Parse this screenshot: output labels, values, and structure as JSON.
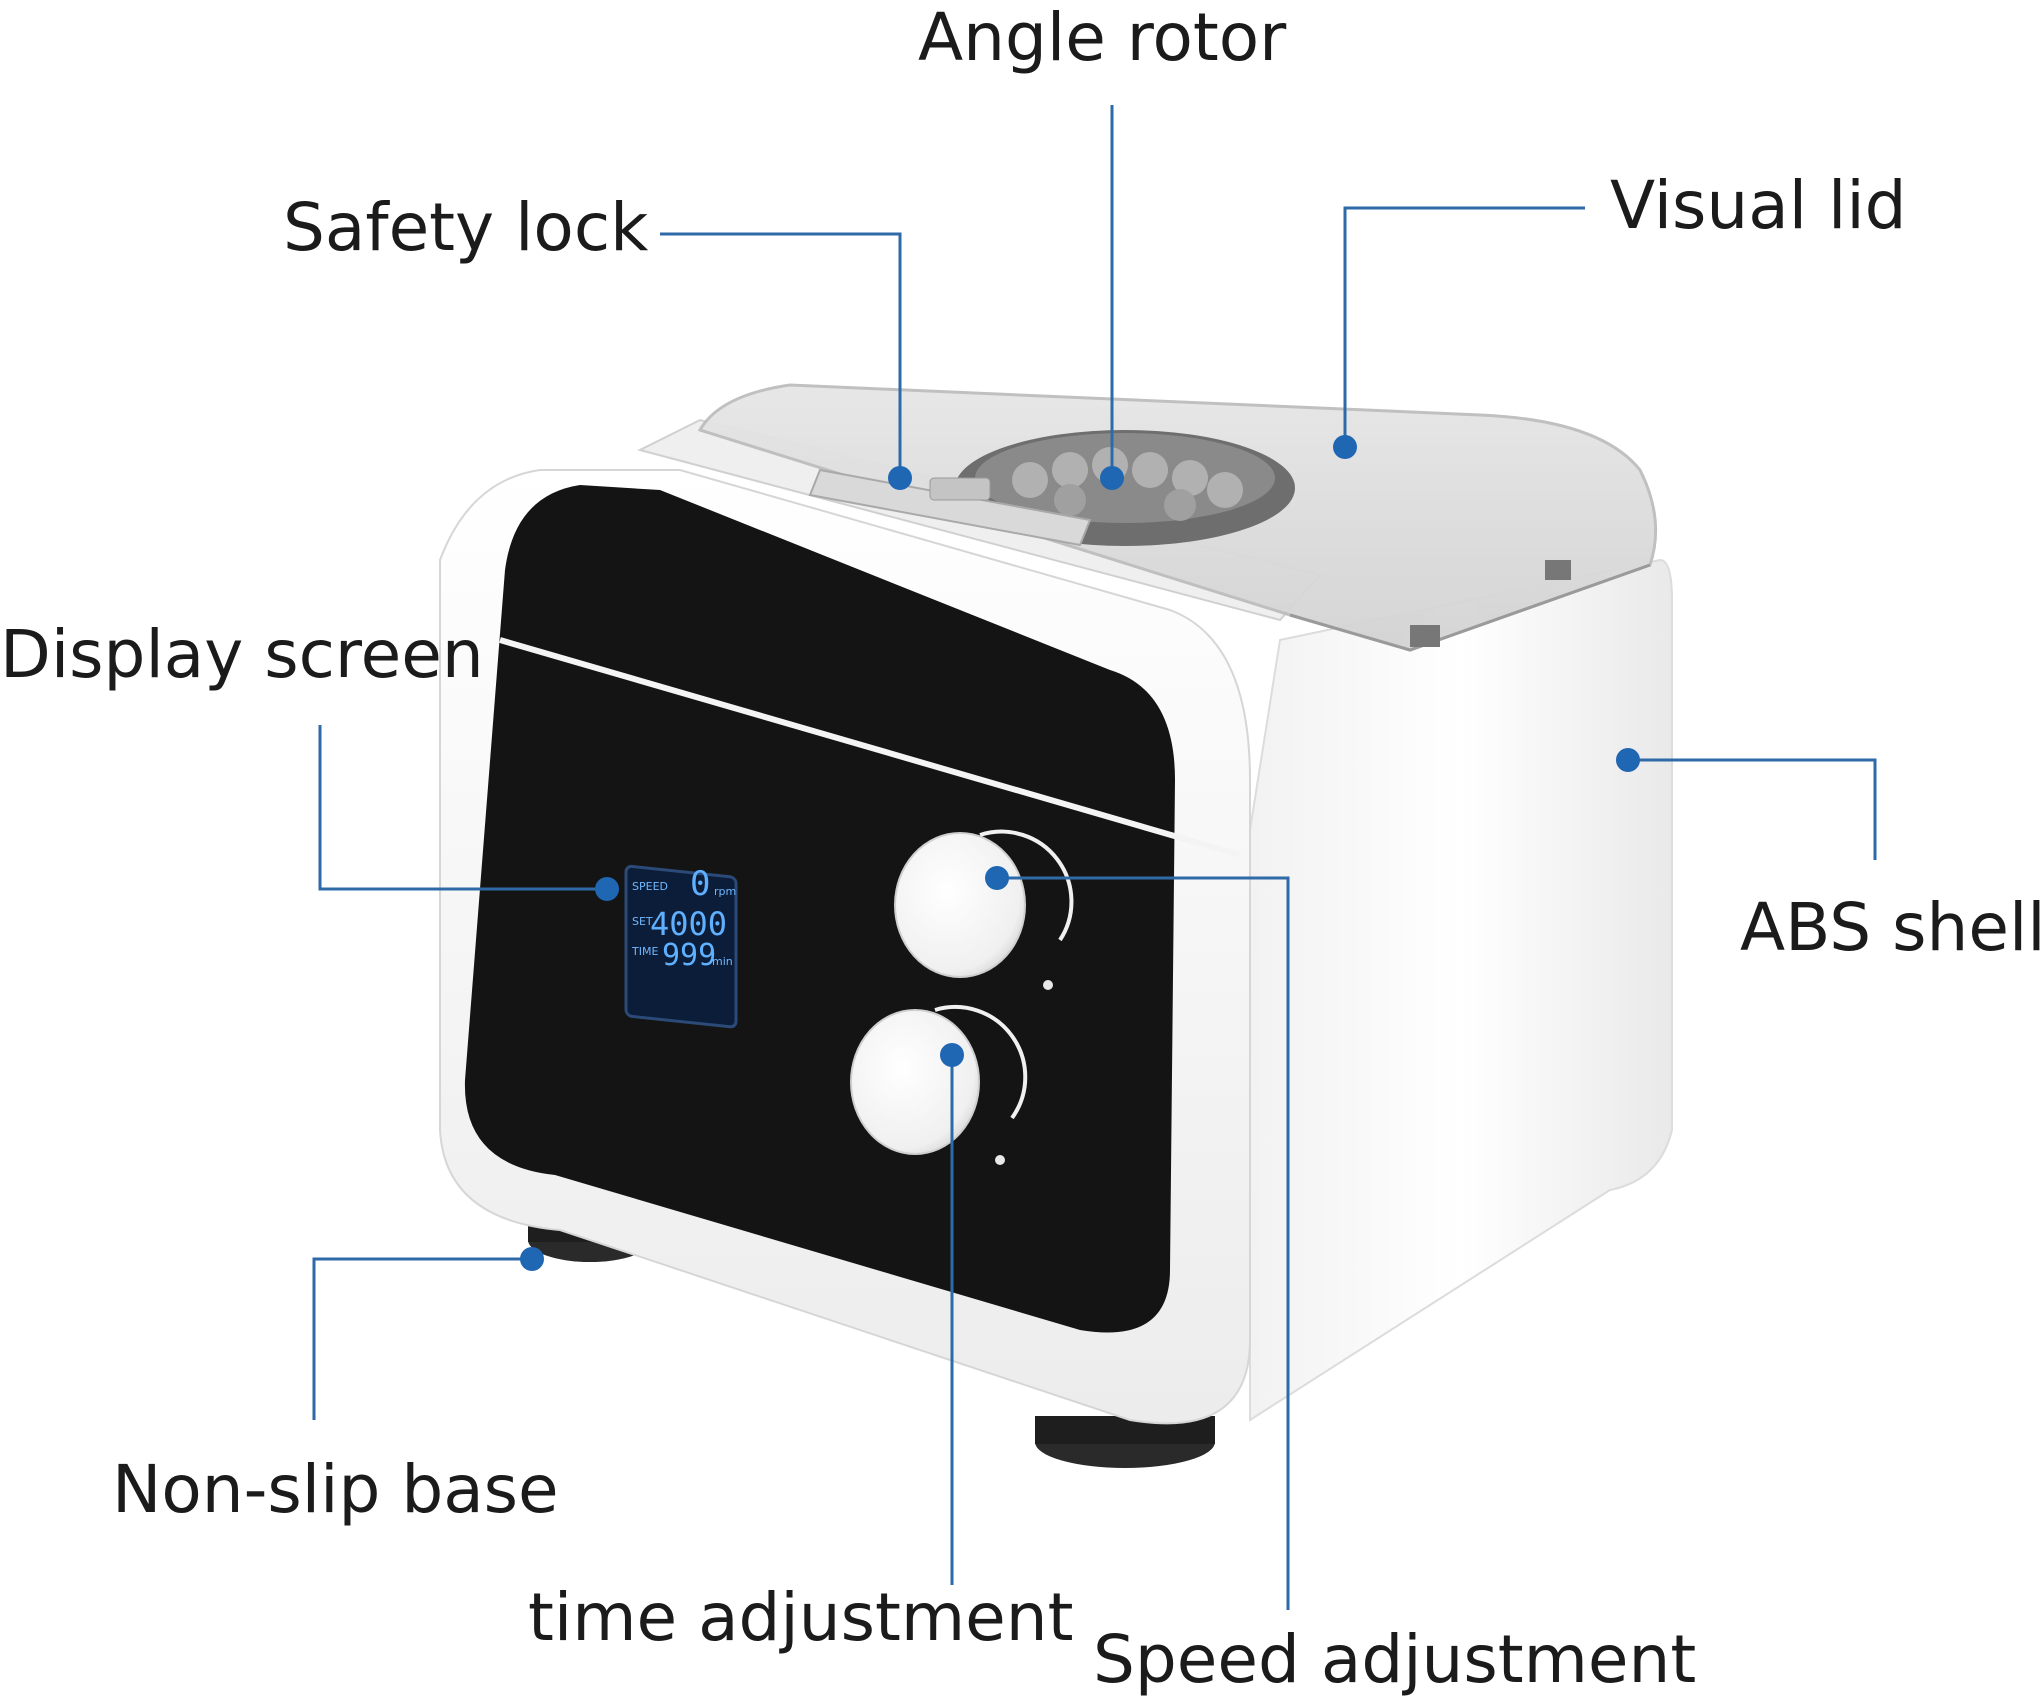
{
  "labels": {
    "angle_rotor": "Angle rotor",
    "safety_lock": "Safety lock",
    "visual_lid": "Visual lid",
    "display_screen": "Display screen",
    "abs_shell": "ABS shell",
    "non_slip_base": "Non-slip base",
    "time_adjustment": "time adjustment",
    "speed_adjustment": "Speed adjustment"
  },
  "display": {
    "speed_label": "SPEED",
    "speed_value": "0",
    "speed_unit": "rpm",
    "set_label": "SET",
    "set_value": "4000",
    "time_label": "TIME",
    "time_value": "999",
    "time_unit": "min"
  },
  "colors": {
    "callout": "#1f66b3",
    "panel": "#121212",
    "lcd": "#5fb0ff"
  }
}
